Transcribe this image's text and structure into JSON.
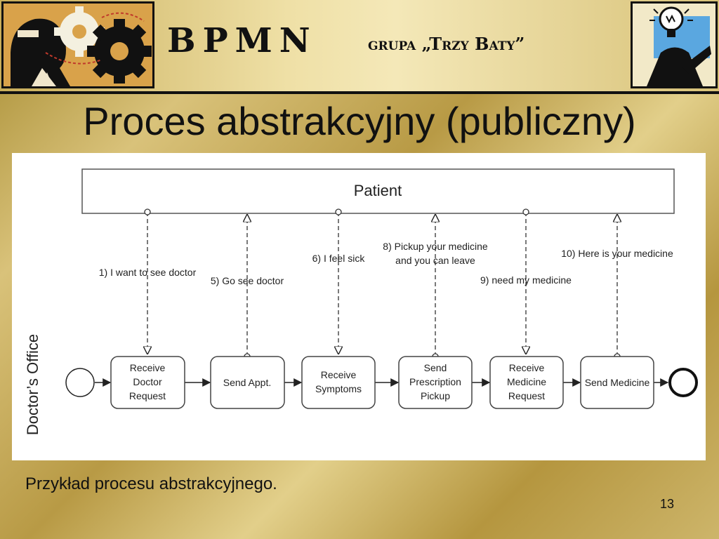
{
  "header": {
    "brand": "BPMN",
    "group": "grupa „Trzy Baty”"
  },
  "slide": {
    "title": "Proces abstrakcyjny (publiczny)",
    "caption": "Przykład procesu abstrakcyjnego.",
    "page_number": "13"
  },
  "diagram": {
    "top_pool_label": "Patient",
    "bottom_pool_label": "Doctor’s Office",
    "tasks": [
      [
        "Receive",
        "Doctor",
        "Request"
      ],
      [
        "Send Appt."
      ],
      [
        "Receive",
        "Symptoms"
      ],
      [
        "Send",
        "Prescription",
        "Pickup"
      ],
      [
        "Receive",
        "Medicine",
        "Request"
      ],
      [
        "Send Medicine"
      ]
    ],
    "messages": [
      [
        "1) I want to see doctor"
      ],
      [
        "5) Go see doctor"
      ],
      [
        "6) I feel sick"
      ],
      [
        "8) Pickup your medicine",
        "and you can leave"
      ],
      [
        "9)  need my medicine"
      ],
      [
        "10) Here is your medicine"
      ]
    ]
  },
  "colors": {
    "header_border": "#111111",
    "diagram_line": "#333333",
    "diagram_background": "#ffffff"
  },
  "icons": [
    "gears-businessman-logo",
    "lightbulb-businessman-logo"
  ]
}
